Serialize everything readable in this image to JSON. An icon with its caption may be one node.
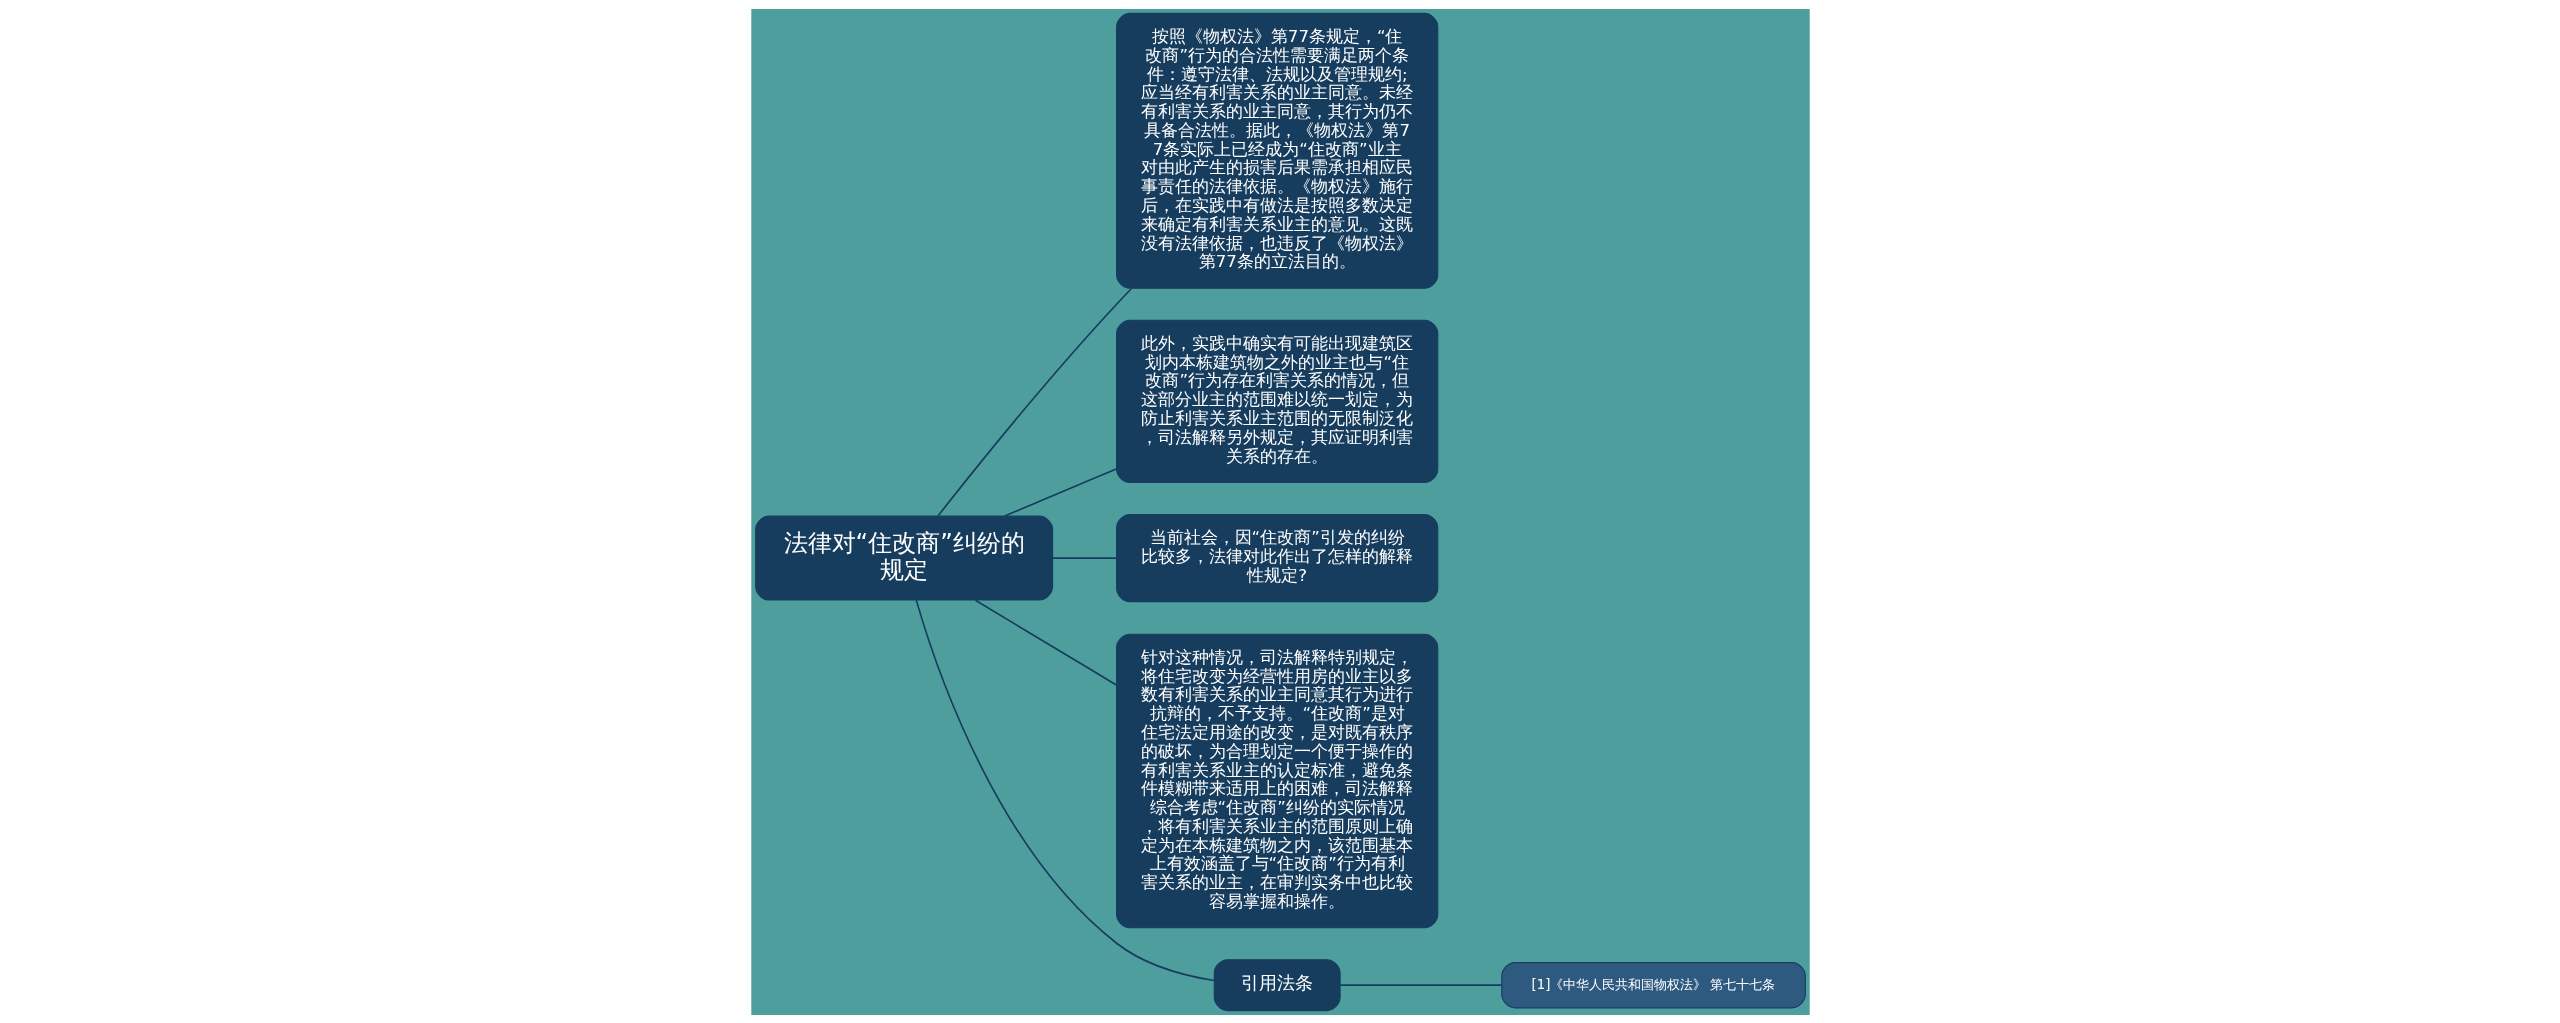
{
  "diagram": {
    "nodes": [
      {
        "text": [
          "法律对“住改商”纠纷的规定"
        ]
      },
      {
        "text": [
          "按照《物权法》第77条规定，“住改商”行为的合法性需要满足两个条件：遵守法律、法规以及管理规约;应当经有利害关系的业主同意。未经有利害关系的业主同意，其行为仍不具备合法性。据此，《物权法》第77条实际上已经成为“住改商”业主对由此产生的损害后果需承担相应民事责任的法律依据。《物权法》施行后，在实践中有做法是按照多数决定来确定有利害关系业主的意见。这既没有法律依据，也违反了《物权法》第77条的立法目的。"
        ]
      },
      {
        "text": [
          "此外，实践中确实有可能出现建筑区划内本栋建筑物之外的业主也与“住改商”行为存在利害关系的情况，但这部分业主的范围难以统一划定，为防止利害关系业主范围的无限制泛化，司法解释另外规定，其应证明利害关系的存在。"
        ]
      },
      {
        "text": [
          "当前社会，因“住改商”引发的纠纷比较多，法律对此作出了怎样的解释性规定?"
        ]
      },
      {
        "text": [
          "针对这种情况，司法解释特别规定，将住宅改变为经营性用房的业主以多数有利害关系的业主同意其行为进行抗辩的，不予支持。“住改商”是对住宅法定用途的改变，是对既有秩序的破坏，为合理划定一个便于操作的有利害关系业主的认定标准，避免条件模糊带来适用上的困难，司法解释综合考虑“住改商”纠纷的实际情况，将有利害关系业主的范围原则上确定为在本栋建筑物之内，该范围基本上有效涵盖了与“住改商”行为有利害关系的业主，在审判实务中也比较容易掌握和操作。"
        ]
      },
      {
        "text": [
          "引用法条"
        ]
      },
      {
        "text": [
          "[1]《中华人民共和国物权法》 第七十七条"
        ]
      }
    ],
    "edges": [
      {
        "from": 0,
        "to": 1,
        "arrow": "none"
      },
      {
        "from": 0,
        "to": 2,
        "arrow": "none"
      },
      {
        "from": 0,
        "to": 3,
        "arrow": "none"
      },
      {
        "from": 0,
        "to": 4,
        "arrow": "none"
      },
      {
        "from": 0,
        "to": 5,
        "arrow": "none"
      },
      {
        "from": 5,
        "to": 6,
        "arrow": "none"
      }
    ]
  }
}
